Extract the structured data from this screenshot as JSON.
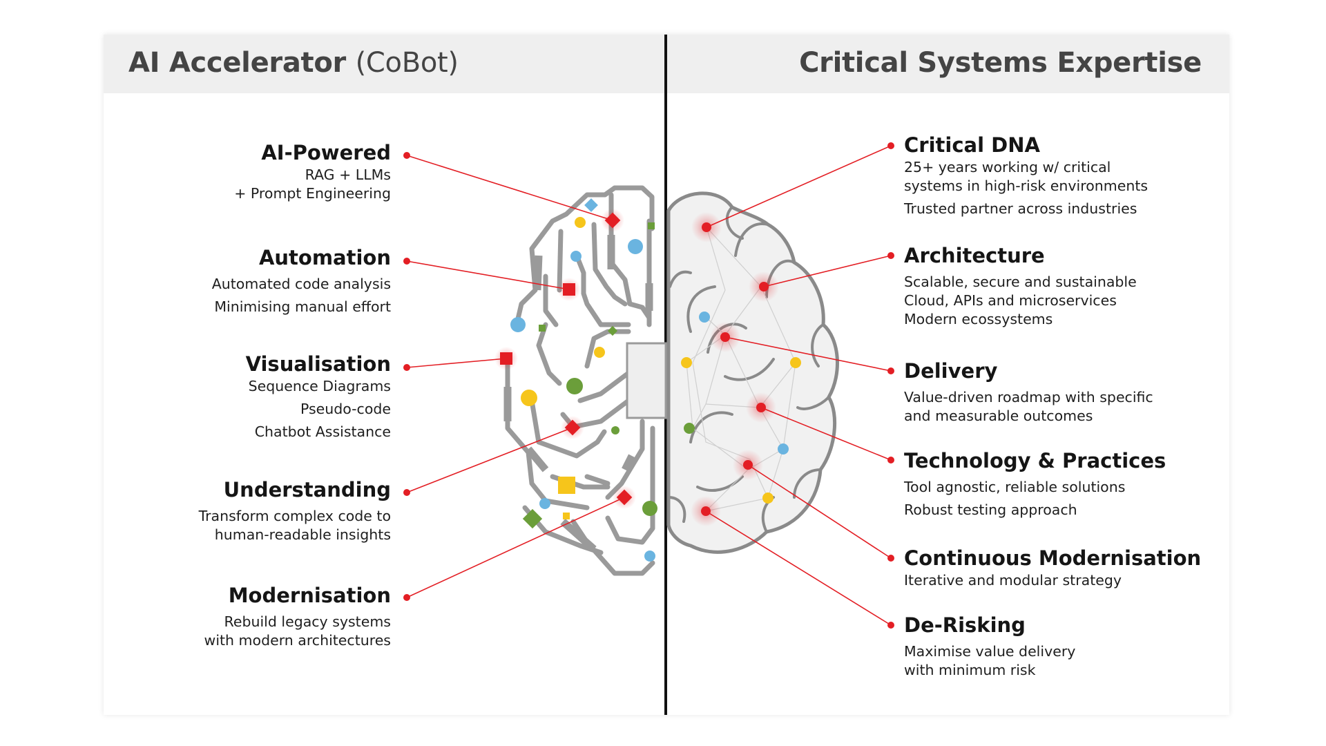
{
  "header": {
    "left_title_bold": "AI Accelerator",
    "left_title_light": "(CoBot)",
    "right_title": "Critical Systems Expertise"
  },
  "left_items": [
    {
      "title": "AI-Powered",
      "lines": [
        "RAG + LLMs",
        "+ Prompt Engineering"
      ]
    },
    {
      "title": "Automation",
      "lines": [
        "Automated code analysis",
        "Minimising manual effort"
      ]
    },
    {
      "title": "Visualisation",
      "lines": [
        "Sequence Diagrams",
        "Pseudo-code",
        "Chatbot Assistance"
      ]
    },
    {
      "title": "Understanding",
      "lines": [
        "Transform complex code to",
        "human-readable insights"
      ]
    },
    {
      "title": "Modernisation",
      "lines": [
        "Rebuild legacy systems",
        "with modern architectures"
      ]
    }
  ],
  "right_items": [
    {
      "title": "Critical DNA",
      "lines": [
        "25+ years working w/ critical",
        "systems in high-risk environments",
        "Trusted partner across industries"
      ]
    },
    {
      "title": "Architecture",
      "lines": [
        "Scalable, secure and sustainable",
        "Cloud, APIs and microservices",
        "Modern ecossystems"
      ]
    },
    {
      "title": "Delivery",
      "lines": [
        "Value-driven roadmap with specific",
        "and measurable outcomes"
      ]
    },
    {
      "title": "Technology & Practices",
      "lines": [
        "Tool agnostic, reliable solutions",
        "Robust testing approach"
      ]
    },
    {
      "title": "Continuous Modernisation",
      "lines": [
        "Iterative and modular strategy"
      ]
    },
    {
      "title": "De-Risking",
      "lines": [
        "Maximise value delivery",
        "with minimum risk"
      ]
    }
  ],
  "colors": {
    "accent_red": "#e31e24",
    "header_bg": "#efefef",
    "circuit_gray": "#9a9a9a",
    "brain_fill": "#f1f1f1",
    "brain_outline": "#8a8a8a",
    "blue": "#6ab4e0",
    "yellow": "#f6c51b",
    "green": "#6b9e3a"
  },
  "icons": [
    "circuit-brain-icon",
    "organic-brain-icon"
  ]
}
